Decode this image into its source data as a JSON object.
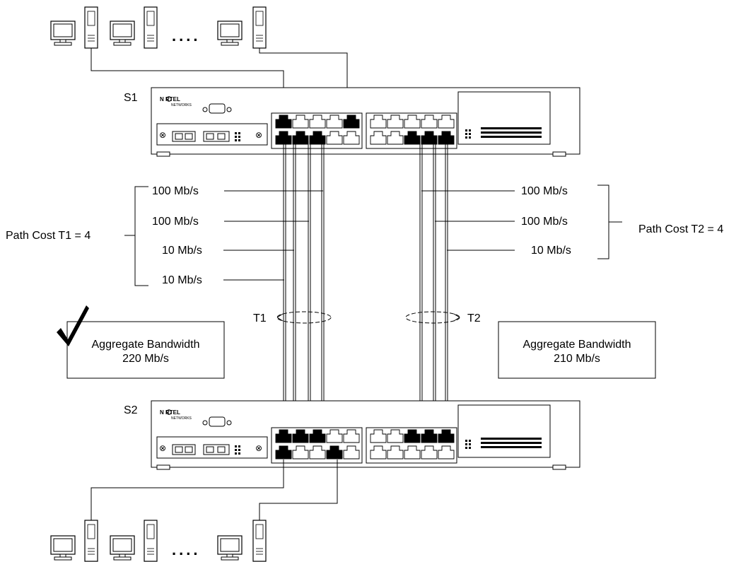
{
  "switches": [
    {
      "label": "S1",
      "brand": "N  RTEL",
      "brand_sub": "NETWORKS"
    },
    {
      "label": "S2",
      "brand": "N  RTEL",
      "brand_sub": "NETWORKS"
    }
  ],
  "trunk_left": {
    "name": "T1",
    "path_cost": "Path Cost T1 = 4",
    "links": [
      "100 Mb/s",
      "100 Mb/s",
      "10 Mb/s",
      "10 Mb/s"
    ],
    "aggregate_title": "Aggregate Bandwidth",
    "aggregate_value": "220 Mb/s",
    "selected_mark": "✓"
  },
  "trunk_right": {
    "name": "T2",
    "path_cost": "Path Cost T2 = 4",
    "links": [
      "100 Mb/s",
      "100 Mb/s",
      "10 Mb/s"
    ],
    "aggregate_title": "Aggregate Bandwidth",
    "aggregate_value": "210 Mb/s"
  },
  "host_ellipsis": "....",
  "icons": [
    "computer-monitor-icon",
    "tower-pc-icon",
    "checkmark-icon",
    "trunk-ellipse-icon"
  ]
}
